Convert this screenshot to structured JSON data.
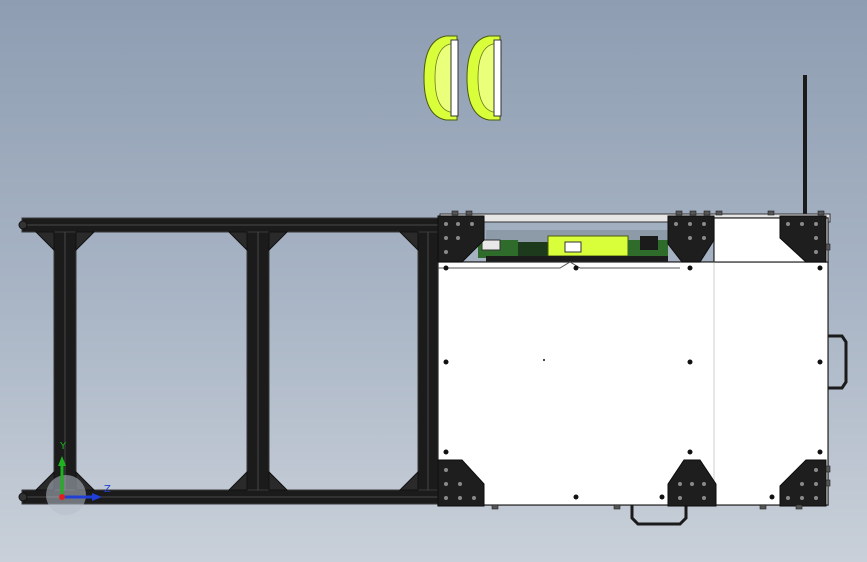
{
  "viewport": {
    "background_top": "#8e9db2",
    "background_bottom": "#c9d0d9"
  },
  "colors": {
    "frame_black": "#1b1b1b",
    "frame_edge": "#3a3a3a",
    "plate_white": "#ffffff",
    "handle_yellow": "#d8ff3a",
    "pcb_green": "#2f6b2a",
    "axis_x": "#e02020",
    "axis_y": "#1fb21f",
    "axis_z": "#1f3fd6"
  },
  "axes": {
    "y_label": "Y",
    "z_label": "Z"
  },
  "icons": {
    "triad": "coordinate-triad-icon",
    "rod": "antenna-rod",
    "handles": "yellow-handle-icon"
  }
}
